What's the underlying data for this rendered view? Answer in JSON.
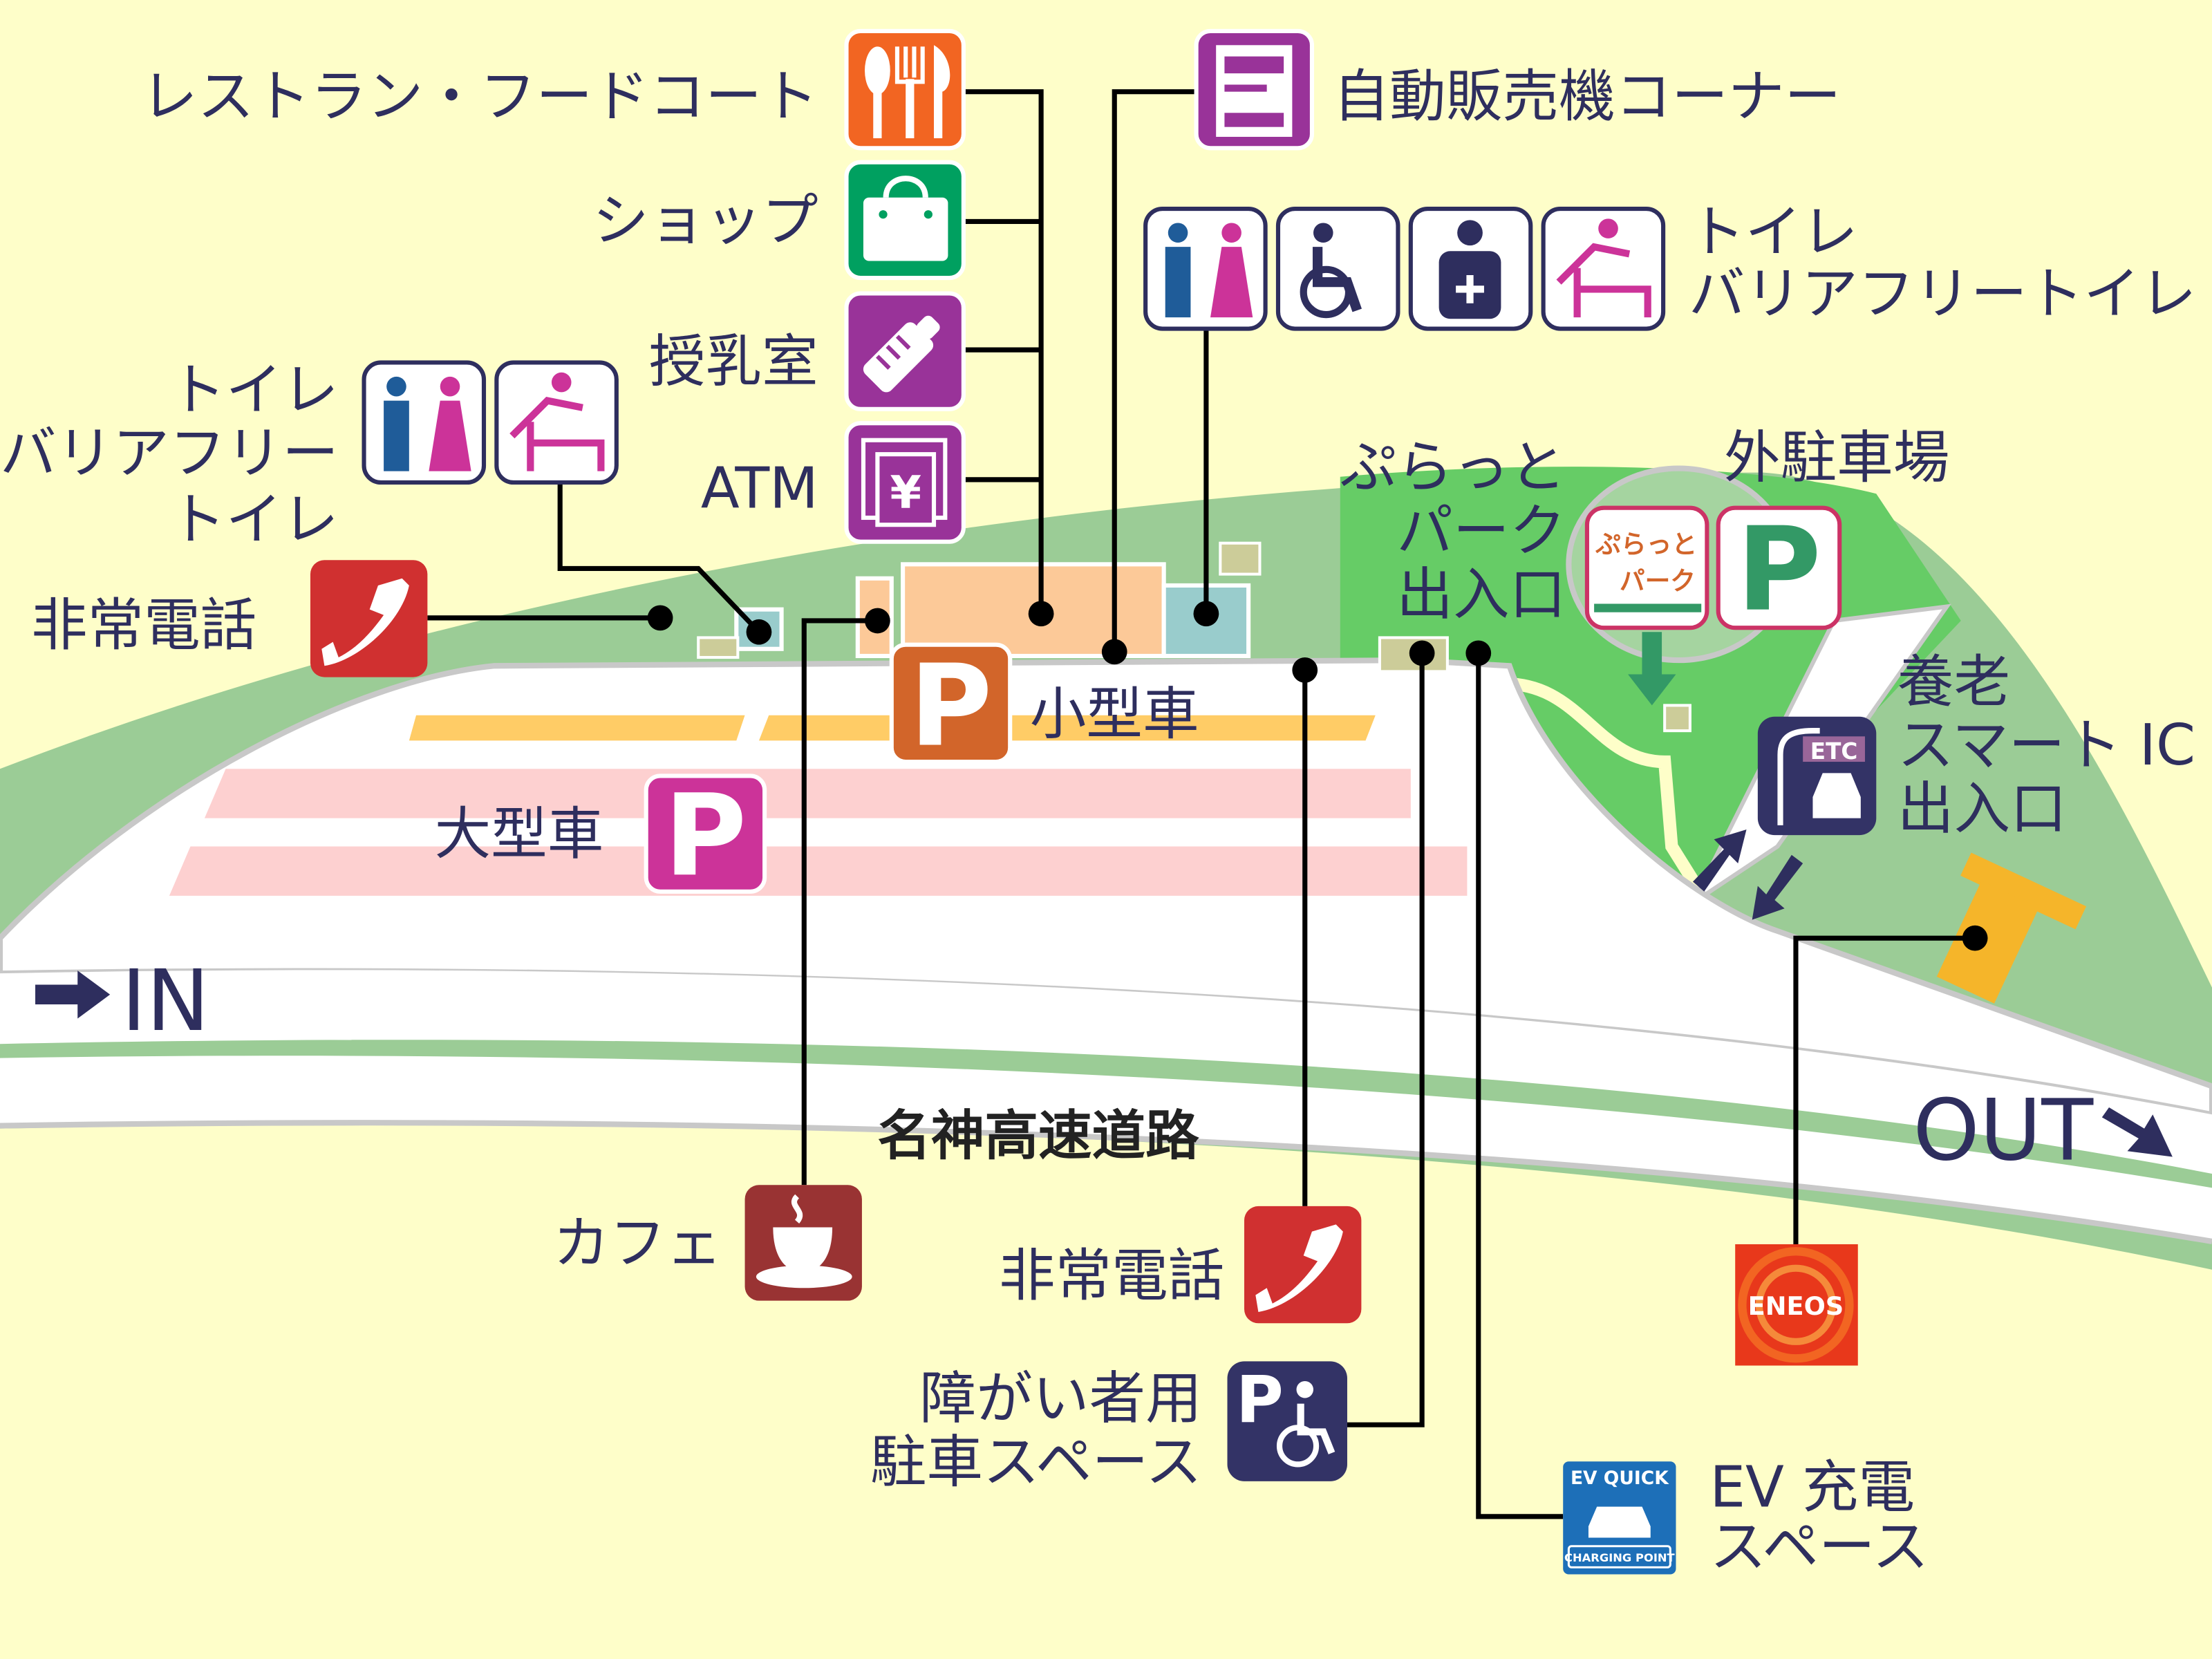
{
  "facilities": {
    "restaurant": "レストラン・フードコート",
    "shop": "ショップ",
    "nursing_room": "授乳室",
    "atm": "ATM",
    "vending": "自動販売機コーナー",
    "toilet_right_1": "トイレ",
    "toilet_right_2": "バリアフリートイレ",
    "toilet_left_1": "トイレ",
    "toilet_left_2": "バリアフリー",
    "toilet_left_3": "トイレ",
    "emergency_phone_1": "非常電話",
    "plat_park_1": "ぷらっと",
    "plat_park_2": "パーク",
    "plat_park_3": "出入口",
    "outer_parking": "外駐車場",
    "smart_ic_1": "養老",
    "smart_ic_2": "スマート IC",
    "smart_ic_3": "出入口",
    "small_car": "小型車",
    "large_car": "大型車",
    "cafe": "カフェ",
    "emergency_phone_2": "非常電話",
    "disabled_parking_1": "障がい者用",
    "disabled_parking_2": "駐車スペース",
    "ev_1": "EV 充電",
    "ev_2": "スペース"
  },
  "road": {
    "name": "名神高速道路",
    "in_label": "IN",
    "out_label": "OUT"
  },
  "icons": {
    "atm_symbol": "¥",
    "parking_symbol": "P",
    "etc_label": "ETC",
    "eneos_label": "ENEOS",
    "ev_quick_label": "EV QUICK",
    "ev_charging_label": "CHARGING POINT",
    "plat_logo_1": "ぷらっと",
    "plat_logo_2": "パーク"
  },
  "colors": {
    "background": "#fefec9",
    "green_area": "#9bcc96",
    "bright_green": "#66cc66",
    "text": "#2e2e5e",
    "restaurant": "#f26522",
    "shop": "#00a060",
    "purple": "#993399",
    "phone_red": "#d03030",
    "small_parking": "#d2652a",
    "large_parking": "#cc3399"
  }
}
